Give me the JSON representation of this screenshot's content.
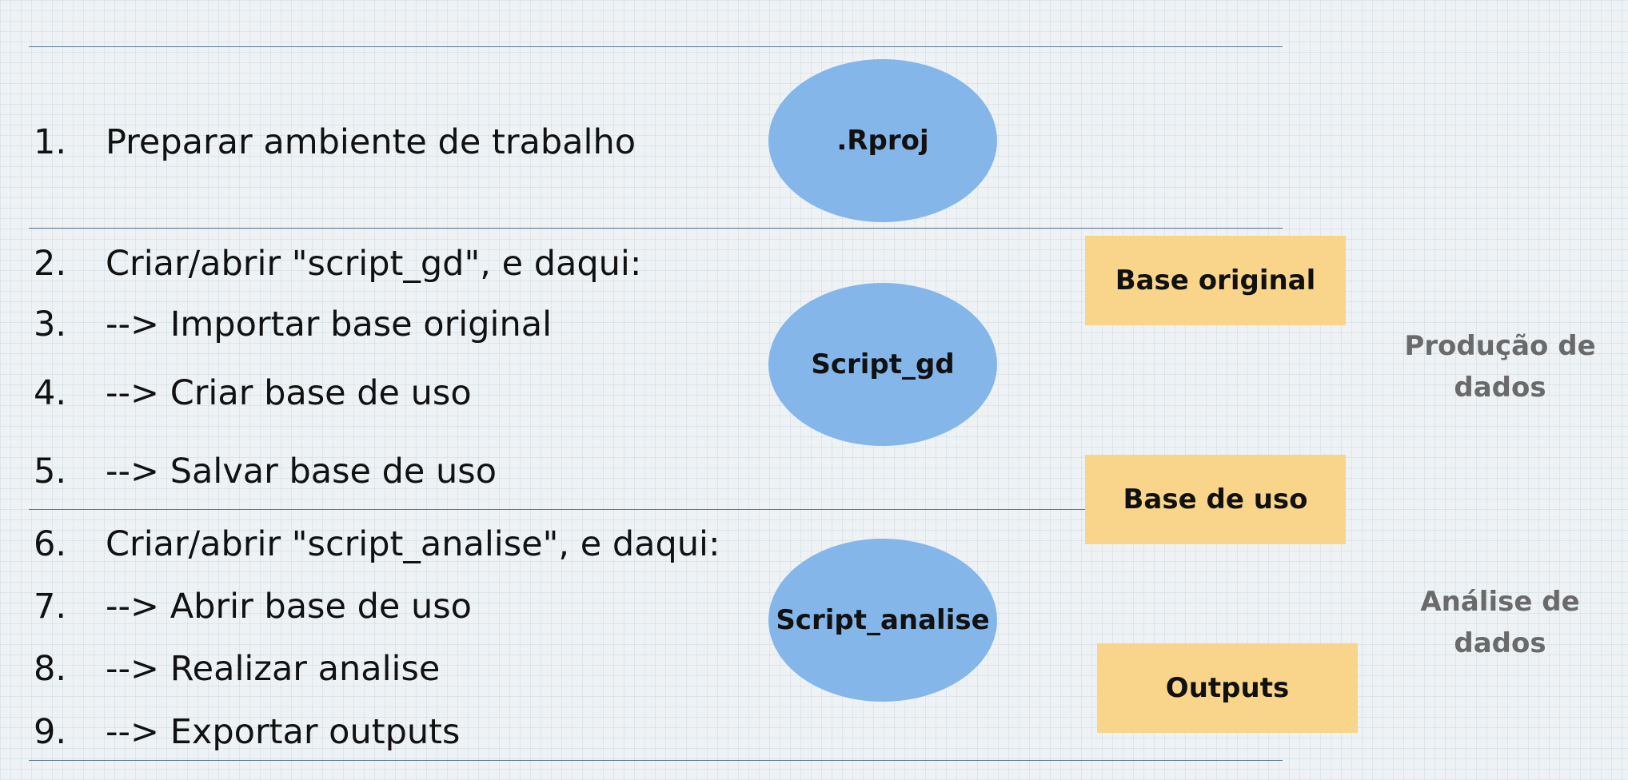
{
  "steps": [
    {
      "num": "1.",
      "text": "Preparar ambiente de trabalho"
    },
    {
      "num": "2.",
      "text": "Criar/abrir \"script_gd\", e daqui:"
    },
    {
      "num": "3.",
      "text": "--> Importar base original"
    },
    {
      "num": "4.",
      "text": "--> Criar  base de uso"
    },
    {
      "num": "5.",
      "text": "--> Salvar base de uso"
    },
    {
      "num": "6.",
      "text": "Criar/abrir \"script_analise\", e daqui:"
    },
    {
      "num": "7.",
      "text": "--> Abrir base de uso"
    },
    {
      "num": "8.",
      "text": "--> Realizar analise"
    },
    {
      "num": "9.",
      "text": "--> Exportar outputs"
    }
  ],
  "ellipses": {
    "rproj": ".Rproj",
    "script_gd": "Script_gd",
    "script_analise": "Script_analise"
  },
  "boxes": {
    "base_original": "Base original",
    "base_de_uso": "Base de uso",
    "outputs": "Outputs"
  },
  "side_labels": {
    "producao": [
      "Produção de",
      "dados"
    ],
    "analise": [
      "Análise de",
      "dados"
    ]
  },
  "colors": {
    "ellipse_fill": "#84b6ea",
    "box_fill": "#f8d58a",
    "divider": "#5a7a96",
    "side_text": "#6a6a6a"
  }
}
